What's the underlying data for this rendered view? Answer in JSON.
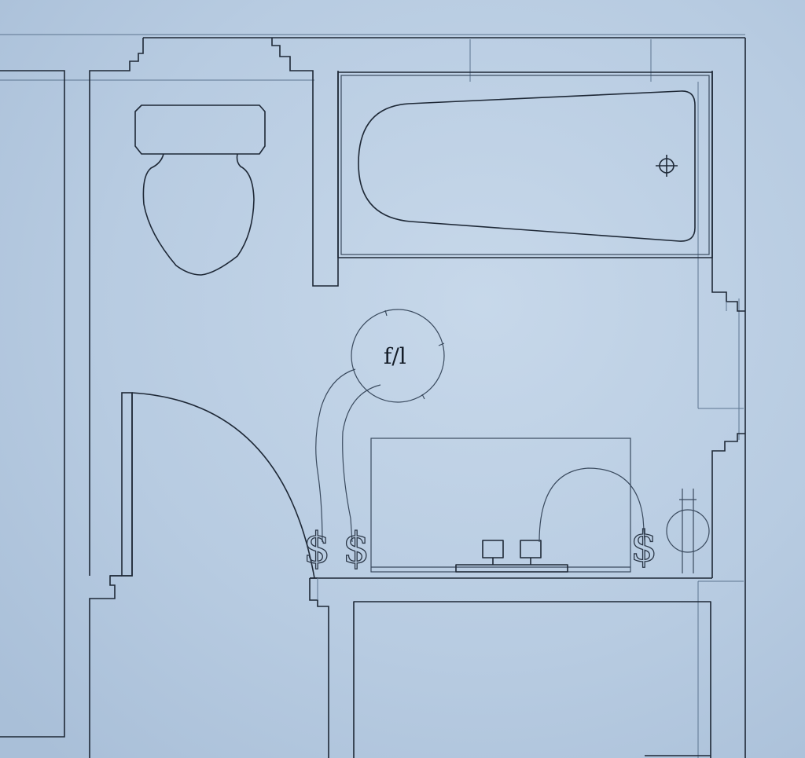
{
  "plan": {
    "title": "",
    "colors": {
      "paper": "#b9cde2",
      "line": "#1e2836",
      "faint_line": "#5d7590"
    },
    "light_fixture": {
      "label": "f/l"
    },
    "switches": [
      {
        "symbol": "$"
      },
      {
        "symbol": "$"
      },
      {
        "symbol": "$"
      }
    ],
    "fixtures": [
      "toilet",
      "bathtub",
      "vanity",
      "door",
      "ceiling-light",
      "outlet"
    ]
  }
}
